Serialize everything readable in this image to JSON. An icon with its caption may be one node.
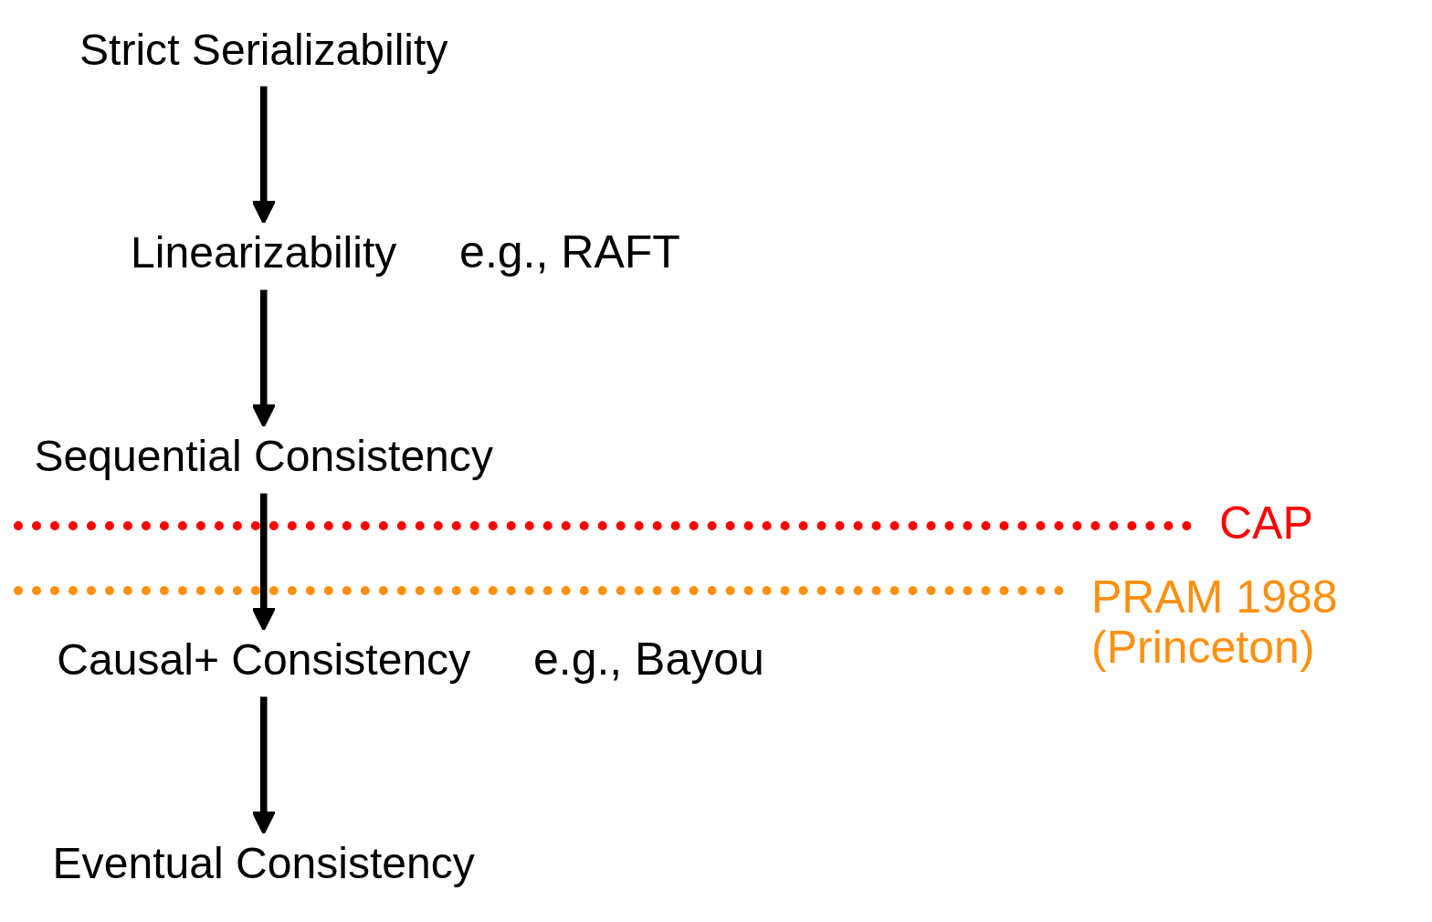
{
  "diagram": {
    "nodes": [
      {
        "text": [
          "Strict Serializability"
        ]
      },
      {
        "text": [
          "Linearizability"
        ],
        "beside": [
          "e.g., RAFT"
        ]
      },
      {
        "text": [
          "Sequential Consistency"
        ]
      },
      {
        "text": [
          "Causal+ Consistency"
        ],
        "beside": [
          "e.g., Bayou"
        ]
      },
      {
        "text": [
          "Eventual Consistency"
        ]
      }
    ],
    "edges": [
      {
        "from": 0,
        "to": 1,
        "arrow": "to"
      },
      {
        "from": 1,
        "to": 2,
        "arrow": "to"
      },
      {
        "from": 2,
        "to": 3,
        "arrow": "to"
      },
      {
        "from": 3,
        "to": 4,
        "arrow": "to"
      }
    ],
    "labels": [
      "CAP",
      "PRAM 1988 (Princeton)"
    ]
  }
}
